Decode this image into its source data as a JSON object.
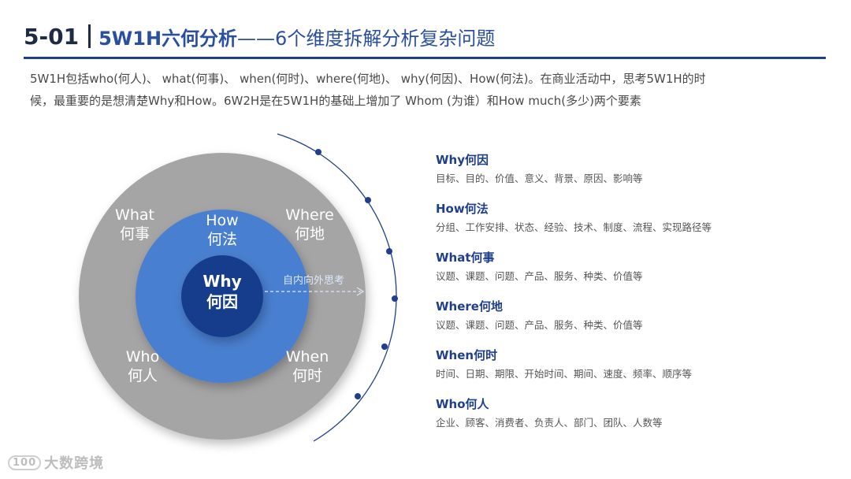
{
  "title": {
    "number": "5-01",
    "main": "5W1H六何分析",
    "sub": "——6个维度拆解分析复杂问题"
  },
  "intro": {
    "line1": "5W1H包括who(何人)、 what(何事)、 when(何时)、where(何地)、 why(何因)、How(何法)。在商业活动中，思考5W1H的时",
    "line2": "候，最重要的是想清楚Why和How。6W2H是在5W1H的基础上增加了 Whom (为谁）和How much(多少)两个要素"
  },
  "diagram": {
    "center": {
      "en": "Why",
      "zh": "何因"
    },
    "middle": {
      "en": "How",
      "zh": "何法"
    },
    "outer": [
      {
        "en": "What",
        "zh": "何事"
      },
      {
        "en": "Where",
        "zh": "何地"
      },
      {
        "en": "Who",
        "zh": "何人"
      },
      {
        "en": "When",
        "zh": "何时"
      }
    ],
    "arrow_label": "自内向外思考",
    "colors": {
      "outer": "#a5a5a5",
      "middle": "#4a7fd0",
      "center": "#173d8c",
      "arc": "#1f3f8a"
    }
  },
  "items": [
    {
      "title": "Why何因",
      "desc": "目标、目的、价值、意义、背景、原因、影响等"
    },
    {
      "title": "How何法",
      "desc": "分组、工作安排、状态、经验、技术、制度、流程、实现路径等"
    },
    {
      "title": "What何事",
      "desc": "议题、课题、问题、产品、服务、种类、价值等"
    },
    {
      "title": "Where何地",
      "desc": "议题、课题、问题、产品、服务、种类、价值等"
    },
    {
      "title": "When何时",
      "desc": "时间、日期、期限、开始时间、期间、速度、频率、顺序等"
    },
    {
      "title": "Who何人",
      "desc": "企业、顾客、消费者、负责人、部门、团队、人数等"
    }
  ],
  "watermark": {
    "mark": "100",
    "text": "大数跨境"
  }
}
